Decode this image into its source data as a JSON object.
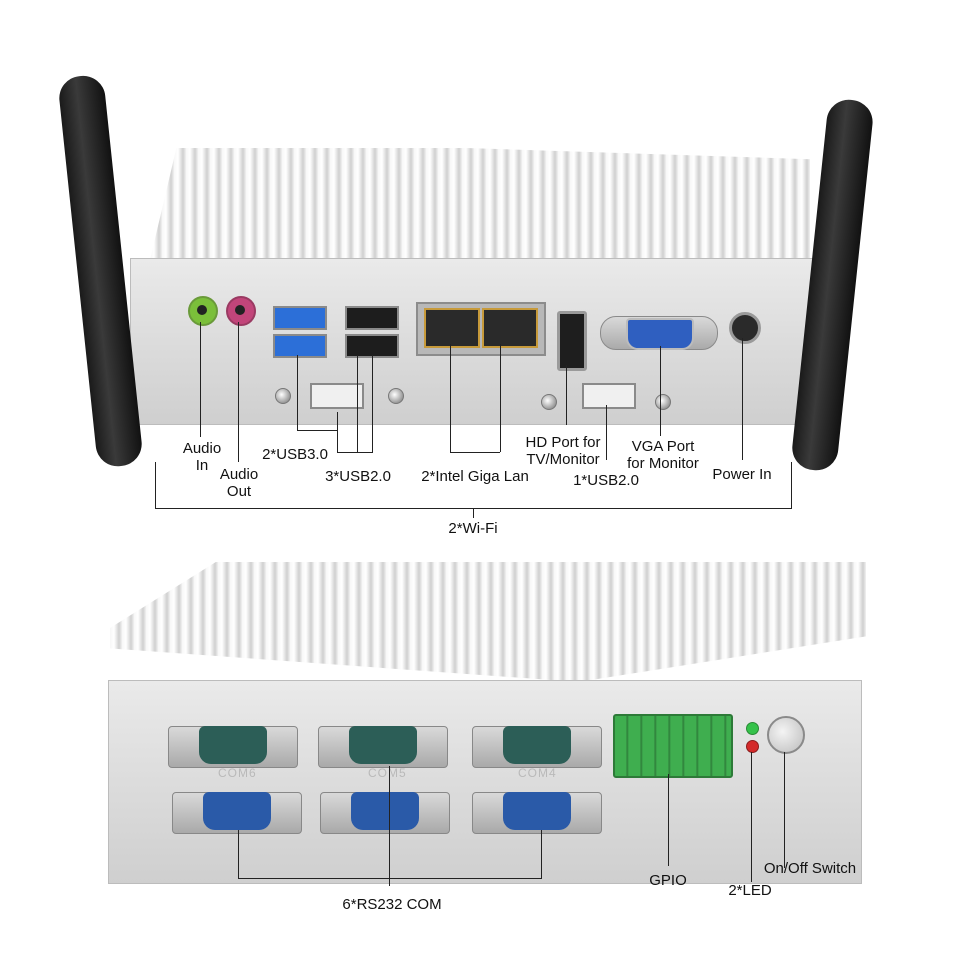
{
  "labels": {
    "audio_in": [
      "Audio",
      "In"
    ],
    "audio_out": [
      "Audio",
      "Out"
    ],
    "usb30": "2*USB3.0",
    "usb20_three": "3*USB2.0",
    "lan": "2*Intel Giga Lan",
    "hd_port": [
      "HD Port for",
      "TV/Monitor"
    ],
    "usb20_one": "1*USB2.0",
    "vga_port": [
      "VGA Port",
      "for Monitor"
    ],
    "power_in": "Power In",
    "wifi": "2*Wi-Fi",
    "rs232": "6*RS232 COM",
    "gpio": "GPIO",
    "led": "2*LED",
    "onoff": "On/Off Switch"
  },
  "silkscreen": {
    "com6": "COM6",
    "com5": "COM5",
    "com4": "COM4"
  },
  "colors": {
    "chassis": "#dcdcdc",
    "audio_in": "#7bbf3a",
    "audio_out": "#c2457a",
    "usb3": "#2c6fd8",
    "vga": "#2f5fc0",
    "db9_top": "#2c5e57",
    "db9_bottom": "#2a5aa8",
    "gpio": "#3fae4f",
    "led_green": "#35c24a",
    "led_red": "#d42a2a"
  }
}
